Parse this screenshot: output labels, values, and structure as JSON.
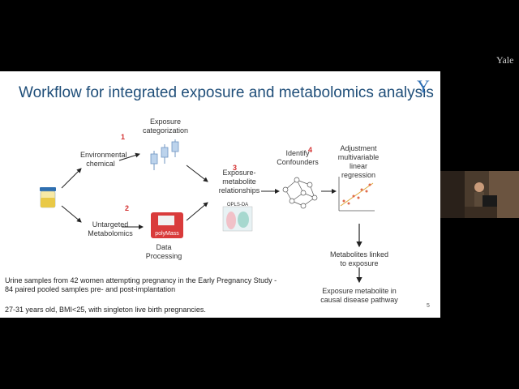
{
  "corner_logo": "Yale",
  "slide": {
    "title": "Workflow for integrated exposure and metabolomics analysis",
    "logo": "Y",
    "steps": {
      "exposure_categorization": "Exposure categorization",
      "environmental_chemical": "Environmental chemical",
      "untargeted_metabolomics": "Untargeted Metabolomics",
      "data_processing": "Data Processing",
      "exposure_metabolite_relationships": "Exposure-metabolite relationships",
      "opls_da": "OPLS-DA",
      "polymass": "polyMass",
      "identify_confounders": "Identify Confounders",
      "adjustment_regression": "Adjustment multivariable linear regression",
      "metabolites_linked": "Metabolites linked to exposure",
      "exposure_metabolite_causal": "Exposure metabolite in causal disease pathway"
    },
    "step_numbers": [
      "1",
      "2",
      "3",
      "4"
    ],
    "notes": {
      "line1": "Urine samples from 42 women attempting pregnancy in the Early Pregnancy Study -",
      "line2": "84 paired pooled samples pre- and post-implantation",
      "line3": "27-31 years old, BMI<25, with singleton live birth pregnancies."
    },
    "page_number": "5"
  },
  "colors": {
    "title": "#1f4e79",
    "step_number": "#d32f2f",
    "logo": "#2e6fb5",
    "background": "#000000"
  }
}
